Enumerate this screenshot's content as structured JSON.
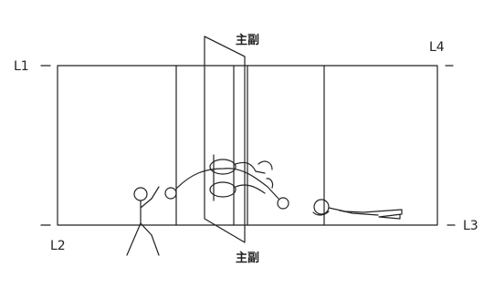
{
  "labels": {
    "l1": "L1",
    "l2": "L2",
    "l3": "L3",
    "l4": "L4",
    "top_ref": "主副",
    "bottom_ref": "主副"
  }
}
